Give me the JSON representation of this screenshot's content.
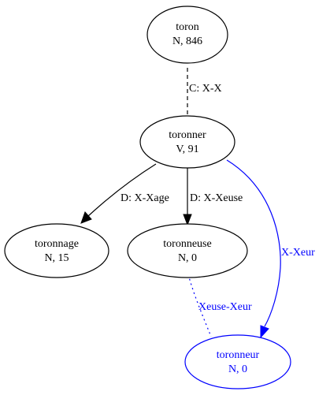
{
  "colors": {
    "default": "#000000",
    "highlight": "#0000ff"
  },
  "nodes": {
    "toron": {
      "line1": "toron",
      "line2": "N, 846"
    },
    "toronner": {
      "line1": "toronner",
      "line2": "V, 91"
    },
    "toronnage": {
      "line1": "toronnage",
      "line2": "N, 15"
    },
    "toronneuse": {
      "line1": "toronneuse",
      "line2": "N, 0"
    },
    "toronneur": {
      "line1": "toronneur",
      "line2": "N, 0"
    }
  },
  "edges": {
    "toron_toronner": {
      "label": "C: X-X",
      "style": "dashed"
    },
    "toronner_toronnage": {
      "label": "D: X-Xage",
      "style": "solid"
    },
    "toronner_toronneuse": {
      "label": "D: X-Xeuse",
      "style": "solid"
    },
    "toronner_toronneur": {
      "label": "X-Xeur",
      "style": "solid"
    },
    "toronneuse_toronneur": {
      "label": "Xeuse-Xeur",
      "style": "dotted"
    }
  }
}
